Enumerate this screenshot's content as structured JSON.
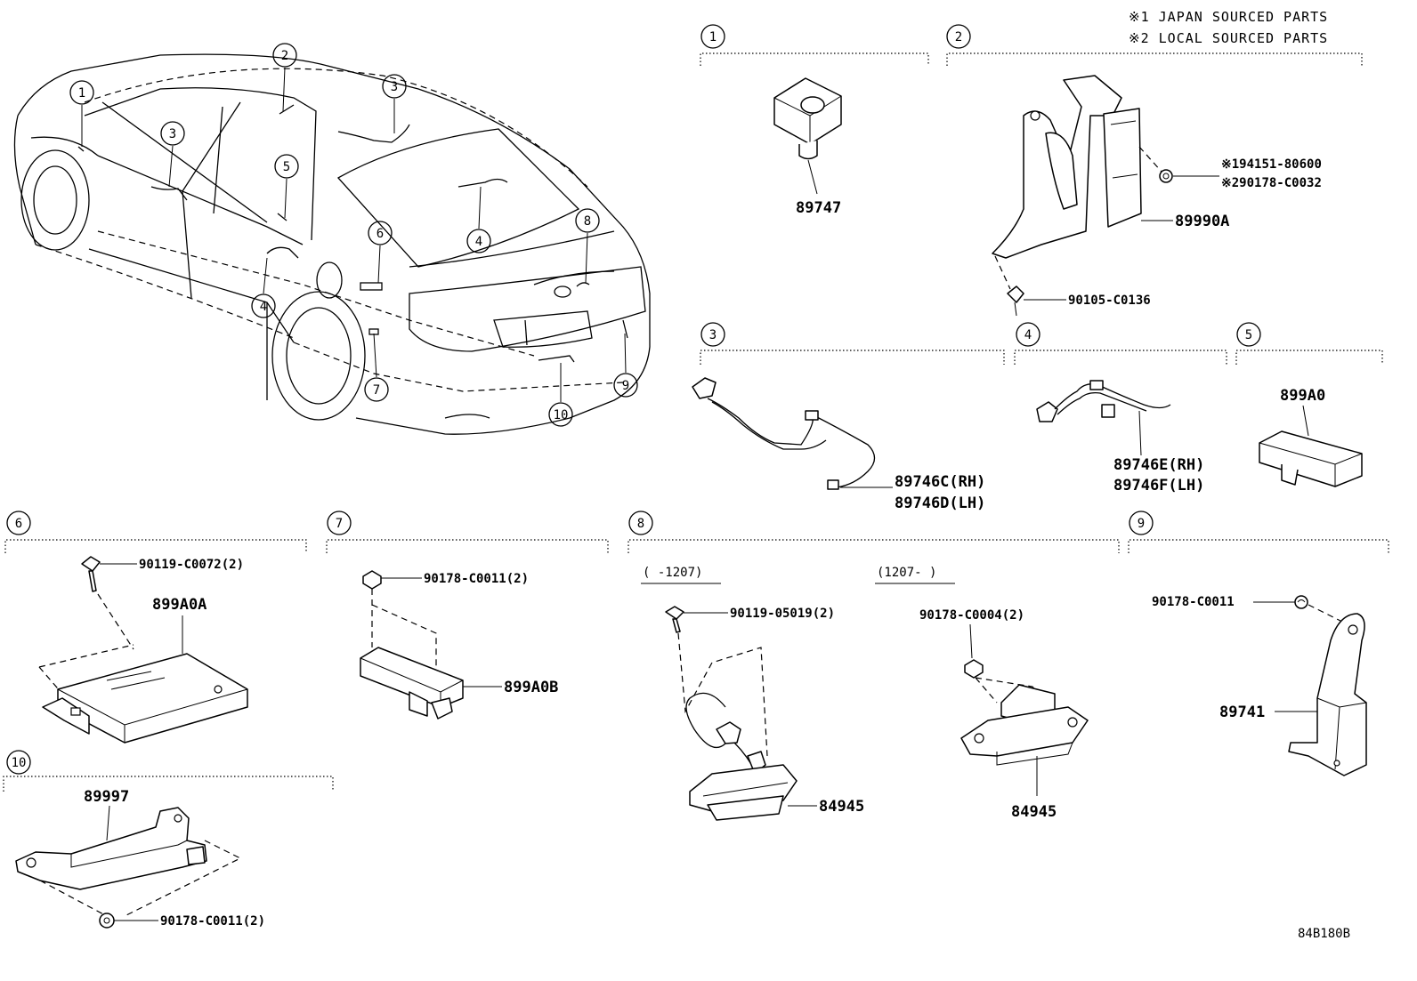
{
  "notes": [
    "※1 JAPAN SOURCED PARTS",
    "※2 LOCAL SOURCED PARTS"
  ],
  "diagram_code": "84B180B",
  "car_callouts": [
    "1",
    "2",
    "3",
    "3",
    "4",
    "4",
    "5",
    "6",
    "7",
    "8",
    "9",
    "10"
  ],
  "sections": {
    "s1": {
      "number": "1",
      "parts": {
        "sensor": "89747"
      }
    },
    "s2": {
      "number": "2",
      "parts": {
        "nut_jp": "※194151-80600",
        "nut_local": "※290178-C0032",
        "computer": "89990A",
        "bolt": "90105-C0136"
      }
    },
    "s3": {
      "number": "3",
      "parts": {
        "wire_rh": "89746C(RH)",
        "wire_lh": "89746D(LH)"
      }
    },
    "s4": {
      "number": "4",
      "parts": {
        "wire_rh": "89746E(RH)",
        "wire_lh": "89746F(LH)"
      }
    },
    "s5": {
      "number": "5",
      "parts": {
        "antenna": "899A0"
      }
    },
    "s6": {
      "number": "6",
      "parts": {
        "bolt": "90119-C0072(2)",
        "antenna": "899A0A"
      }
    },
    "s7": {
      "number": "7",
      "parts": {
        "nut": "90178-C0011(2)",
        "antenna": "899A0B"
      }
    },
    "s8": {
      "number": "8",
      "left_range": "(  -1207)",
      "right_range": "(1207-  )",
      "parts": {
        "screw": "90119-05019(2)",
        "switch_left": "84945",
        "nut": "90178-C0004(2)",
        "switch_right": "84945"
      }
    },
    "s9": {
      "number": "9",
      "parts": {
        "nut": "90178-C0011",
        "antenna": "89741"
      }
    },
    "s10": {
      "number": "10",
      "parts": {
        "antenna": "89997",
        "nut": "90178-C0011(2)"
      }
    }
  },
  "icons": [
    "car-outline-icon",
    "sensor-icon",
    "computer-bracket-icon",
    "wire-harness-icon",
    "antenna-module-icon",
    "bolt-icon",
    "nut-icon",
    "door-switch-icon",
    "bracket-icon"
  ]
}
